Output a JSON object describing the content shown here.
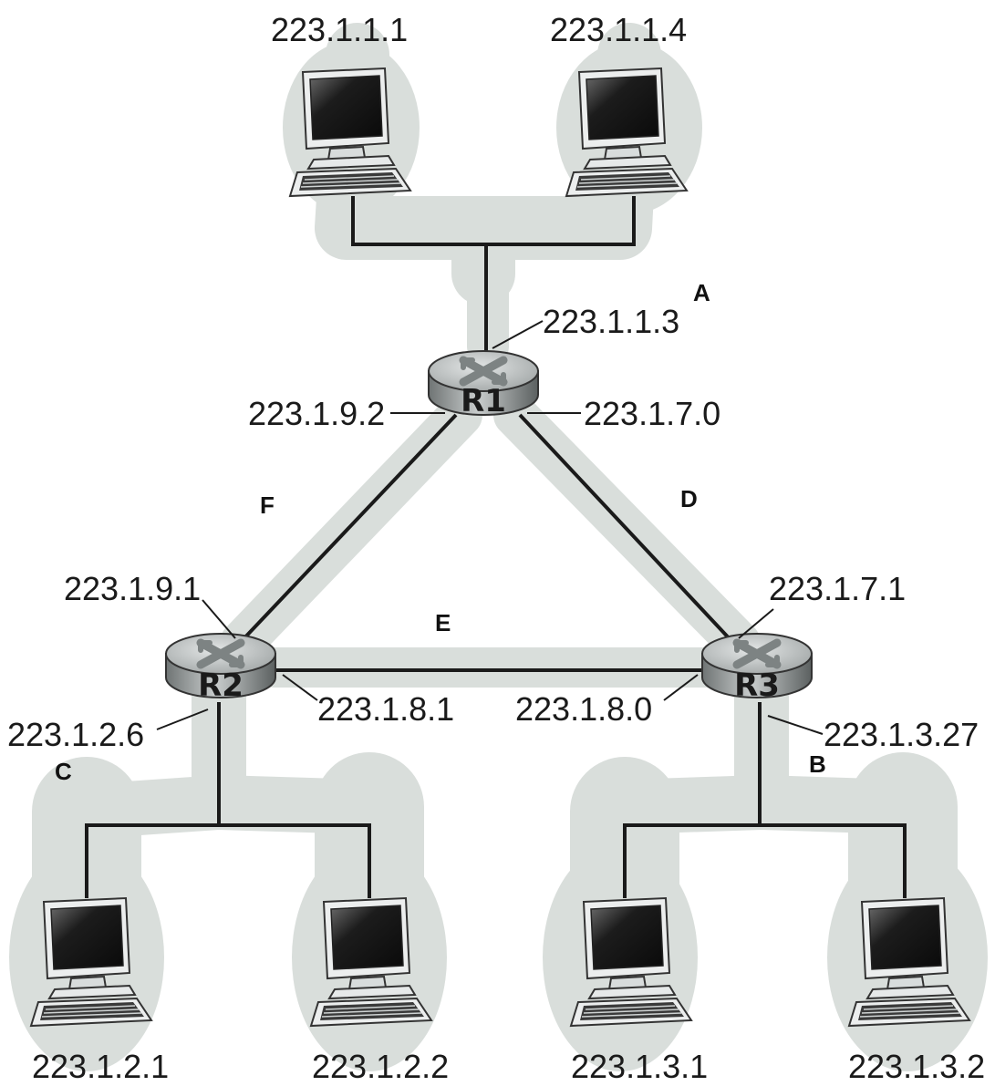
{
  "diagram": {
    "colors": {
      "subnet_shade": "#d9dedb",
      "wire": "#1a1a1a",
      "router_body": "#b8bcbc",
      "monitor_screen": "#1c1c1c"
    },
    "subnet_labels": {
      "a": "A",
      "b": "B",
      "c": "C",
      "d": "D",
      "e": "E",
      "f": "F"
    },
    "routers": {
      "r1": {
        "label": "R1",
        "ifaces": [
          "223.1.1.3",
          "223.1.9.2",
          "223.1.7.0"
        ]
      },
      "r2": {
        "label": "R2",
        "ifaces": [
          "223.1.9.1",
          "223.1.8.1",
          "223.1.2.6"
        ]
      },
      "r3": {
        "label": "R3",
        "ifaces": [
          "223.1.7.1",
          "223.1.8.0",
          "223.1.3.27"
        ]
      }
    },
    "hosts": [
      "223.1.1.1",
      "223.1.1.4",
      "223.1.2.1",
      "223.1.2.2",
      "223.1.3.1",
      "223.1.3.2"
    ],
    "icons": {
      "host": "desktop-computer-icon",
      "router": "router-icon"
    }
  }
}
